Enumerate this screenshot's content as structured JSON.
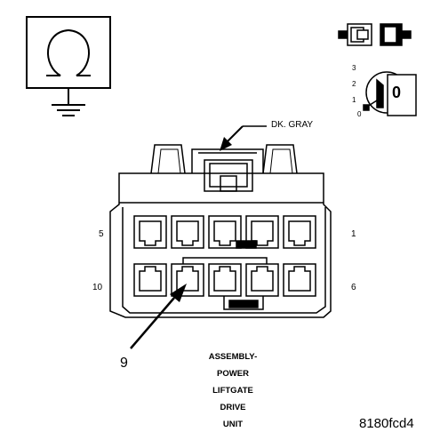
{
  "ohmmeter_symbol": "ohm",
  "switch_icons": [
    "connector-disconnect-icon",
    "ignition-key-icon"
  ],
  "ignition": {
    "positions": [
      "3",
      "2",
      "1",
      "0"
    ],
    "key_letter": "0"
  },
  "wire_label": "DK. GRAY",
  "connector": {
    "top_row": {
      "left_pin": "5",
      "right_pin": "1"
    },
    "bottom_row": {
      "left_pin": "10",
      "right_pin": "6"
    },
    "callout_pin": "9"
  },
  "caption_lines": [
    "ASSEMBLY-",
    "POWER",
    "LIFTGATE",
    "DRIVE",
    "UNIT"
  ],
  "figure_id": "8180fcd4"
}
